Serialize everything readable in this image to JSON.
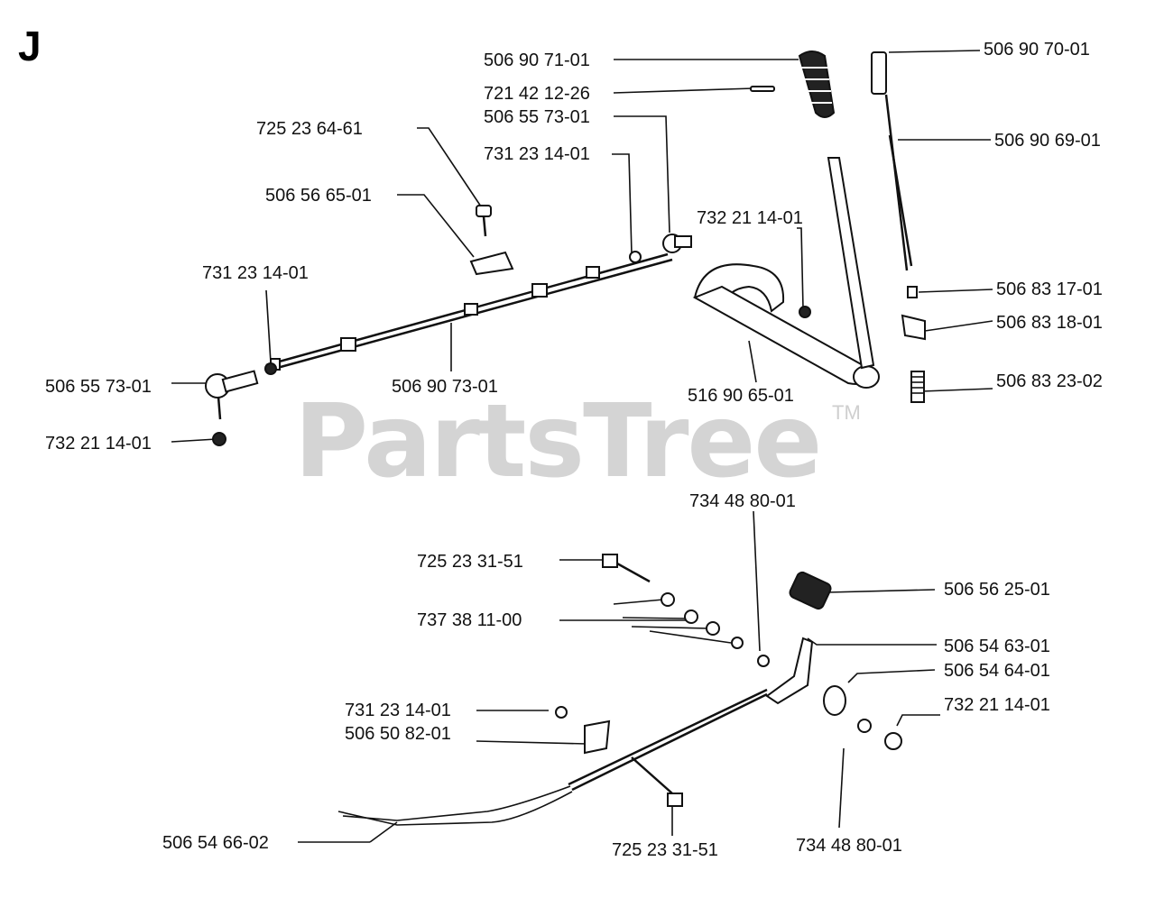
{
  "section_letter": "J",
  "watermark": {
    "text": "PartsTree",
    "tm": "TM"
  },
  "callouts": [
    "506 90 71-01",
    "721 42 12-26",
    "506 55 73-01",
    "731 23 14-01",
    "725 23 64-61",
    "506 56 65-01",
    "732 21 14-01",
    "731 23 14-01",
    "506 55 73-01",
    "506 90 73-01",
    "732 21 14-01",
    "516 90 65-01",
    "506 90 70-01",
    "506 90 69-01",
    "506 83 17-01",
    "506 83 18-01",
    "506 83 23-02",
    "734 48 80-01",
    "725 23 31-51",
    "737 38 11-00",
    "506 56 25-01",
    "506 54 63-01",
    "506 54 64-01",
    "732 21 14-01",
    "731 23 14-01",
    "506 50 82-01",
    "506 54 66-02",
    "725 23 31-51",
    "734 48 80-01"
  ]
}
